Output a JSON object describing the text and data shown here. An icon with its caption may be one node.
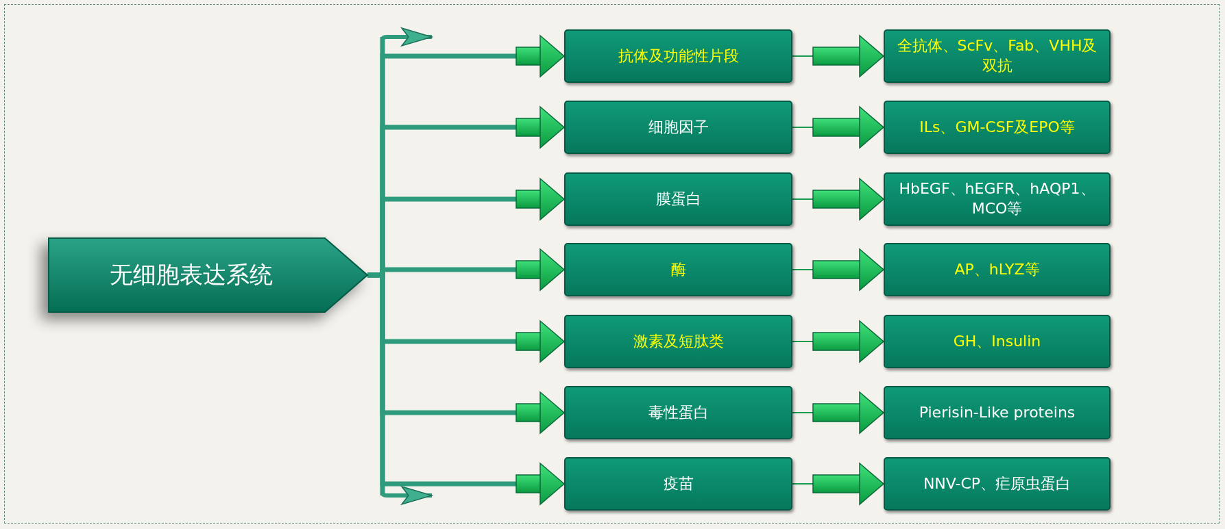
{
  "diagram": {
    "nodes": [
      {
        "text": [
          "无细胞表达系统"
        ]
      },
      {
        "text": [
          "抗体及功能性片段"
        ]
      },
      {
        "text": [
          "全抗体、ScFv、Fab、VHH及双抗"
        ]
      },
      {
        "text": [
          "细胞因子"
        ]
      },
      {
        "text": [
          "ILs、GM-CSF及EPO等"
        ]
      },
      {
        "text": [
          "膜蛋白"
        ]
      },
      {
        "text": [
          "HbEGF、hEGFR、hAQP1、MCO等"
        ]
      },
      {
        "text": [
          "酶"
        ]
      },
      {
        "text": [
          "AP、hLYZ等"
        ]
      },
      {
        "text": [
          "激素及短肽类"
        ]
      },
      {
        "text": [
          "GH、Insulin"
        ]
      },
      {
        "text": [
          "毒性蛋白"
        ]
      },
      {
        "text": [
          "Pierisin-Like proteins"
        ]
      },
      {
        "text": [
          "疫苗"
        ]
      },
      {
        "text": [
          "NNV-CP、疟原虫蛋白"
        ]
      }
    ],
    "edges": [
      {
        "from": 0,
        "to": 1,
        "arrow": "to",
        "style": "thick"
      },
      {
        "from": 0,
        "to": 3,
        "arrow": "to",
        "style": "thick"
      },
      {
        "from": 0,
        "to": 5,
        "arrow": "to",
        "style": "thick"
      },
      {
        "from": 0,
        "to": 7,
        "arrow": "to",
        "style": "thick"
      },
      {
        "from": 0,
        "to": 9,
        "arrow": "to",
        "style": "thick"
      },
      {
        "from": 0,
        "to": 11,
        "arrow": "to",
        "style": "thick"
      },
      {
        "from": 0,
        "to": 13,
        "arrow": "to",
        "style": "thick"
      },
      {
        "from": 1,
        "to": 2,
        "arrow": "to"
      },
      {
        "from": 3,
        "to": 4,
        "arrow": "to"
      },
      {
        "from": 5,
        "to": 6,
        "arrow": "to"
      },
      {
        "from": 7,
        "to": 8,
        "arrow": "to"
      },
      {
        "from": 9,
        "to": 10,
        "arrow": "to"
      },
      {
        "from": 11,
        "to": 12,
        "arrow": "to"
      },
      {
        "from": 13,
        "to": 14,
        "arrow": "to"
      }
    ]
  }
}
